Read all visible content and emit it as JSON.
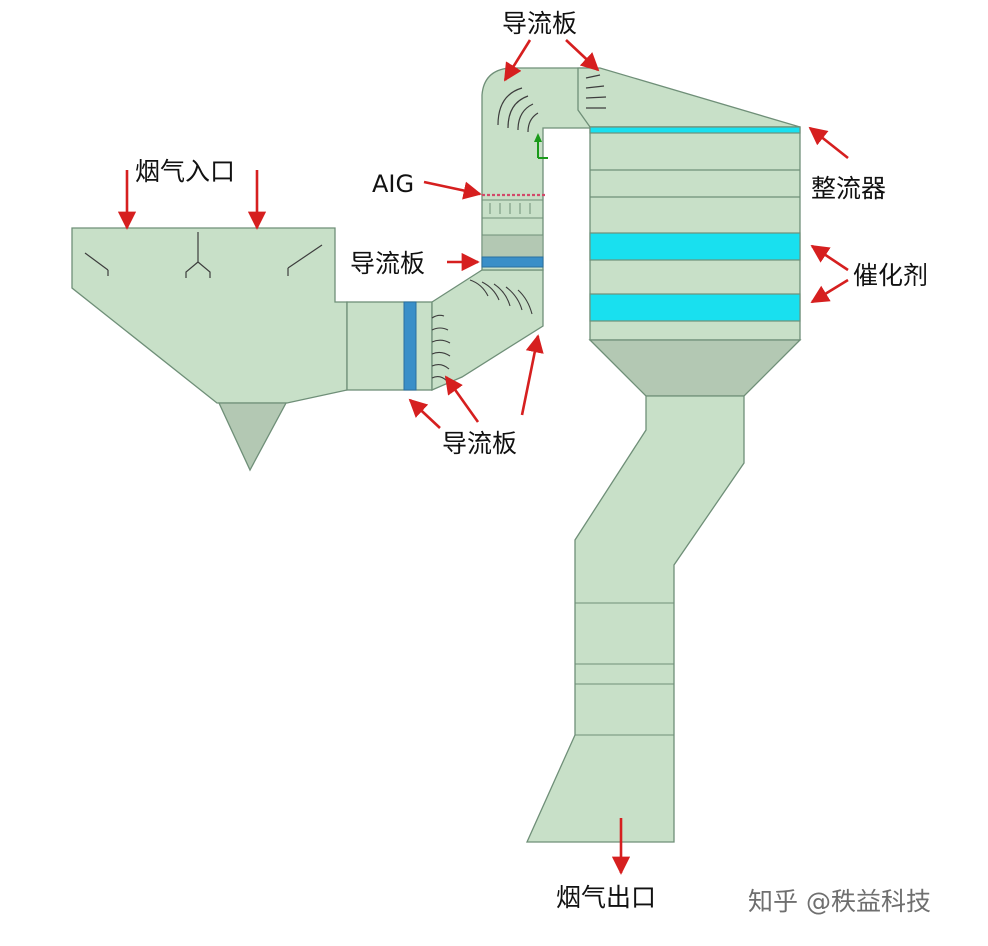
{
  "labels": {
    "guide_plate_top": "导流板",
    "flue_gas_inlet": "烟气入口",
    "aig": "AIG",
    "guide_plate_left": "导流板",
    "flow_straightener": "整流器",
    "catalyst": "催化剂",
    "guide_plate_bottom": "导流板",
    "flue_gas_outlet": "烟气出口"
  },
  "watermark": "知乎 @秩益科技",
  "colors": {
    "body_fill": "#c8e0c8",
    "body_stroke": "#6f8f78",
    "dark_band": "#b3c8b3",
    "catalyst_fill": "#19e0ef",
    "plate_blue": "#3a8fc8",
    "arrow_red": "#d61f1f",
    "axis_green": "#1a9a1a"
  }
}
